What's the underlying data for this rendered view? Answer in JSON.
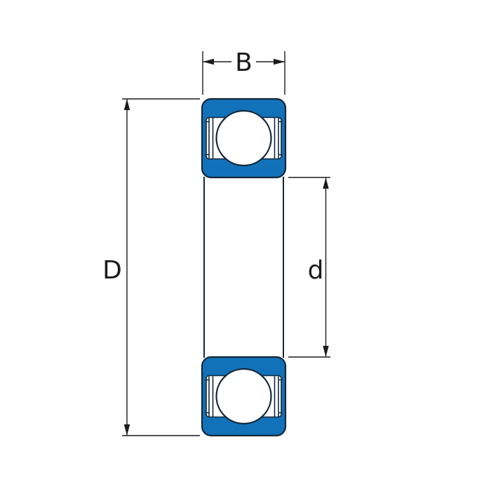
{
  "diagram": {
    "subject": "deep-groove-ball-bearing-cross-section",
    "dimensions": {
      "width_label": "B",
      "outer_diameter_label": "D",
      "bore_diameter_label": "d"
    },
    "colors": {
      "ring_fill": "#1272B9",
      "outline": "#14283A",
      "dimension_line": "#1C1C1C",
      "background": "#FFFFFF"
    }
  }
}
